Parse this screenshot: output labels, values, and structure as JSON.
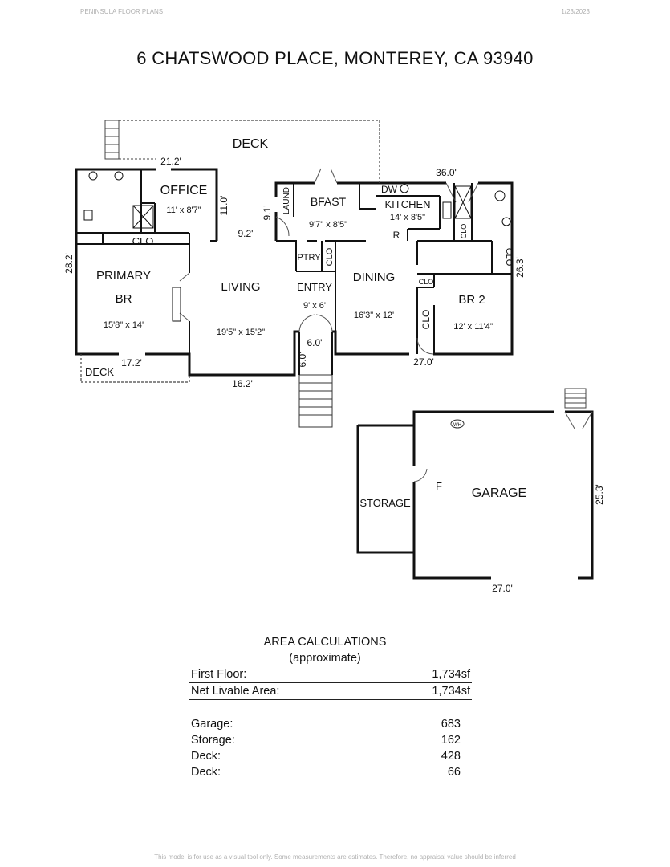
{
  "header": {
    "company": "PENINSULA FLOOR PLANS",
    "date": "1/23/2023"
  },
  "title": "6 CHATSWOOD PLACE, MONTEREY, CA  93940",
  "plan": {
    "rooms": {
      "deck_top": "DECK",
      "office": "OFFICE",
      "office_dims": "11' x 8'7\"",
      "bfast": "BFAST",
      "bfast_dims": "9'7\" x 8'5\"",
      "kitchen": "KITCHEN",
      "kitchen_dims": "14' x 8'5\"",
      "dw": "DW",
      "r": "R",
      "laund": "LAUND",
      "clo_primary": "CLO",
      "primary_line1": "PRIMARY",
      "primary_line2": "BR",
      "primary_dims": "15'8\" x 14'",
      "living": "LIVING",
      "living_dims": "19'5\" x 15'2\"",
      "ptry": "PTRY",
      "clo_ptry": "CLO",
      "entry": "ENTRY",
      "entry_dims": "9' x 6'",
      "dining": "DINING",
      "dining_dims": "16'3\" x 12'",
      "clo_small": "CLO",
      "clo_vert": "CLO",
      "clo_right": "CLO",
      "clo_kitchen": "CLO",
      "br2": "BR 2",
      "br2_dims": "12' x 11'4\"",
      "deck_small": "DECK",
      "storage": "STORAGE",
      "garage": "GARAGE",
      "furnace": "F",
      "water_heater": "WH"
    },
    "dims": {
      "d212": "21.2'",
      "d360": "36.0'",
      "d110": "11.0'",
      "d91": "9.1'",
      "d92": "9.2'",
      "d282": "28.2'",
      "d263": "26.3'",
      "d60a": "6.0'",
      "d60b": "6.0'",
      "d172": "17.2'",
      "d162": "16.2'",
      "d270a": "27.0'",
      "d253": "25.3'",
      "d270b": "27.0'"
    }
  },
  "area": {
    "title": "AREA CALCULATIONS",
    "subtitle": "(approximate)",
    "rows": [
      {
        "label": "First  Floor:",
        "value": "1,734sf"
      },
      {
        "label": "Net Livable Area:",
        "value": "1,734sf"
      }
    ],
    "rows2": [
      {
        "label": "Garage:",
        "value": "683"
      },
      {
        "label": "Storage:",
        "value": "162"
      },
      {
        "label": "Deck:",
        "value": "428"
      },
      {
        "label": "Deck:",
        "value": "66"
      }
    ]
  },
  "footer": "This model is for use as a visual tool only. Some measurements are estimates. Therefore, no appraisal value should be inferred"
}
